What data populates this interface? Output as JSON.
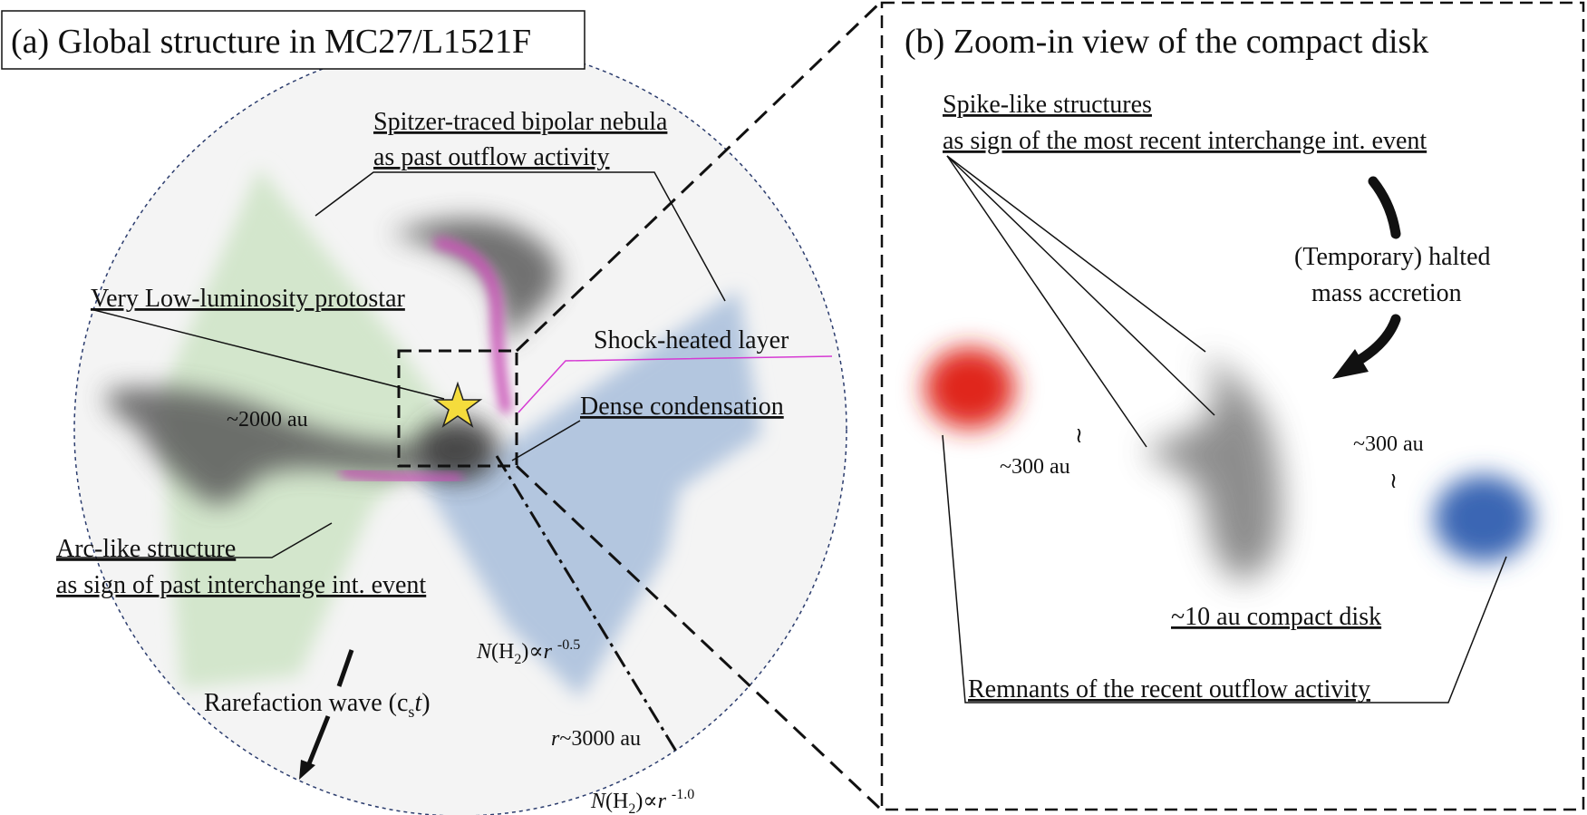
{
  "panel_a": {
    "title": "(a) Global structure in MC27/L1521F",
    "labels": {
      "bipolar_1": "Spitzer-traced bipolar nebula",
      "bipolar_2": "as past outflow activity",
      "protostar": "Very Low-luminosity protostar",
      "shock": "Shock-heated layer",
      "dense": "Dense condensation",
      "scale": "~2000 au",
      "arc_1": "Arc-like structure",
      "arc_2": "as sign of past interchange int. event",
      "rarefaction_prefix": "Rarefaction wave (c",
      "rarefaction_sub": "s",
      "rarefaction_var": "t",
      "rarefaction_suffix": ")",
      "nh2_inner_N": "N",
      "nh2_inner_paren": "(H",
      "nh2_inner_sub": "2",
      "nh2_inner_prop": ")∝",
      "nh2_inner_r": "r",
      "nh2_inner_exp": "-0.5",
      "radius_r": "r",
      "radius_val": "~3000 au",
      "nh2_outer_N": "N",
      "nh2_outer_paren": "(H",
      "nh2_outer_sub": "2",
      "nh2_outer_prop": ")∝",
      "nh2_outer_r": "r",
      "nh2_outer_exp": "-1.0"
    }
  },
  "panel_b": {
    "title": "(b) Zoom-in view of the compact disk",
    "labels": {
      "spike_1": "Spike-like structures",
      "spike_2": "as sign of the most recent interchange int. event",
      "halted_1": "(Temporary) halted",
      "halted_2": "mass accretion",
      "left_scale": "~300 au",
      "right_scale": "~300 au",
      "approx": "≀",
      "disk": "~10 au compact disk",
      "remnants": "Remnants of the recent outflow activity"
    }
  },
  "colors": {
    "green_lobe": "#d3e6cc",
    "blue_lobe": "#b3c6df",
    "grey_structure": "#5a5a5a",
    "magenta_layer": "#c94fb6",
    "star": "#f5dc3c",
    "red_blob": "#e0281c",
    "blue_blob": "#3a66b4",
    "envelope_bg": "#f4f4f4",
    "circle_edge": "#2c3d6e"
  }
}
